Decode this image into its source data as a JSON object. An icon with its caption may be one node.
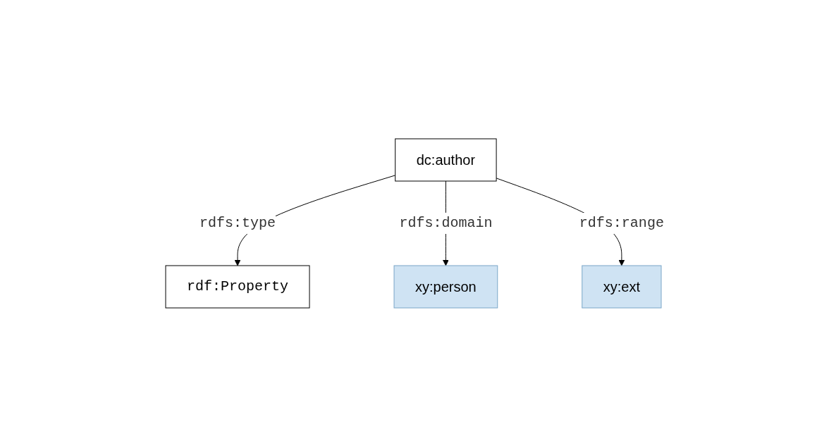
{
  "diagram": {
    "nodes": [
      {
        "text": [
          "rdf:Property"
        ]
      },
      {
        "text": [
          "dc:author"
        ]
      },
      {
        "text": [
          "xy:person"
        ]
      },
      {
        "text": [
          "xy:ext"
        ]
      }
    ],
    "edges": [
      {
        "from": 1,
        "to": 0,
        "label": "rdfs:type",
        "arrow": "to"
      },
      {
        "from": 1,
        "to": 2,
        "label": "rdfs:domain",
        "arrow": "to"
      },
      {
        "from": 1,
        "to": 3,
        "label": "rdfs:range",
        "arrow": "to"
      }
    ]
  }
}
